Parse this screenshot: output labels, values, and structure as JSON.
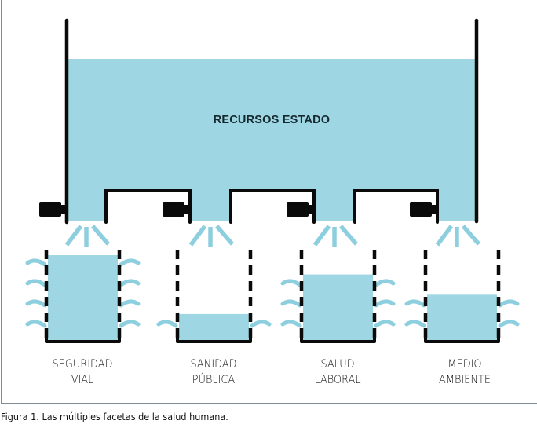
{
  "diagram": {
    "tank_label": "RECURSOS ESTADO",
    "buckets": [
      {
        "id": "seguridad-vial",
        "line1": "SEGURIDAD",
        "line2": "VIAL",
        "fill_level": 0.94,
        "leak_rows": 4
      },
      {
        "id": "sanidad-publica",
        "line1": "SANIDAD",
        "line2": "PÚBLICA",
        "fill_level": 0.3,
        "leak_rows": 1
      },
      {
        "id": "salud-laboral",
        "line1": "SALUD",
        "line2": "LABORAL",
        "fill_level": 0.73,
        "leak_rows": 3
      },
      {
        "id": "medio-ambiente",
        "line1": "MEDIO",
        "line2": "AMBIENTE",
        "fill_level": 0.51,
        "leak_rows": 2
      }
    ],
    "colors": {
      "water": "#9ed7e3",
      "spray": "#8dcfdf",
      "outline": "#0a0a0a",
      "frame": "#7d8d9b",
      "title_text": "#14282e"
    }
  },
  "caption": "Figura 1. Las múltiples facetas de la salud humana."
}
